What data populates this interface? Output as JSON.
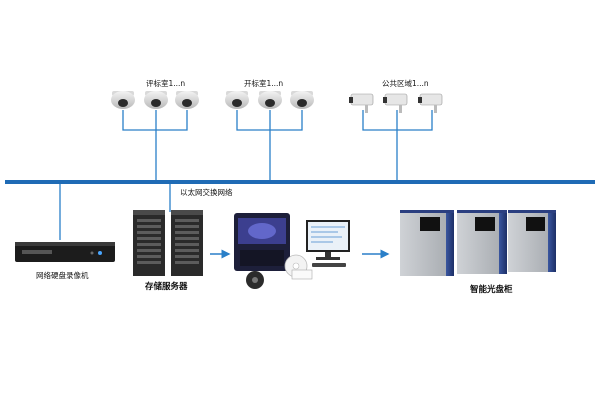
{
  "groups": {
    "review_room": "评标室1...n",
    "bid_opening_room": "开标室1...n",
    "public_area": "公共区域1...n"
  },
  "network": {
    "label": "以太网交换网络"
  },
  "devices": {
    "nvr": "网络硬盘录像机",
    "storage_server": "存储服务器",
    "optical_cabinet": "智能光盘柜"
  },
  "colors": {
    "network_line": "#1f6bb5",
    "connector": "#2a7fc8",
    "arrow": "#2a7fc8"
  }
}
